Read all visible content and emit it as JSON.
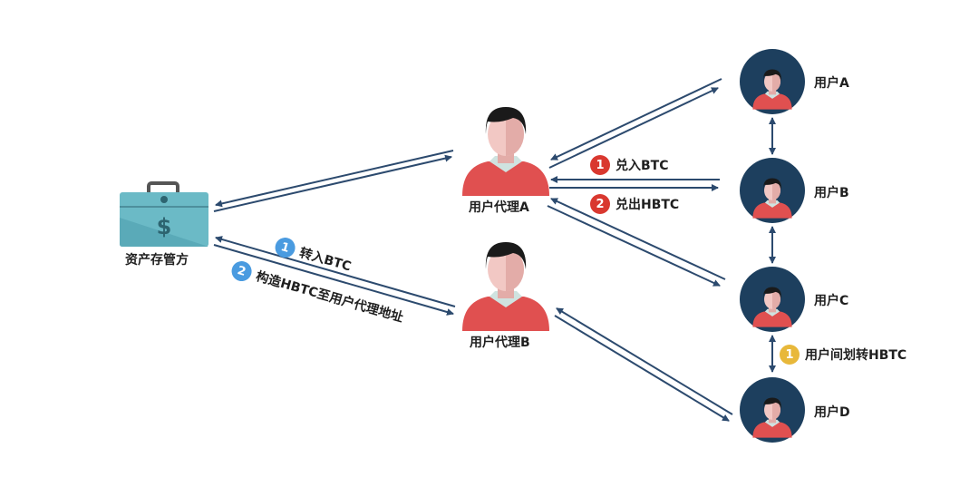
{
  "colors": {
    "arrow": "#2c4a6e",
    "user_circle": "#1d3f5e",
    "shirt": "#e05050",
    "face_light": "#f2c8c4",
    "face_dark": "#e3aca8",
    "hair": "#1a1a1a",
    "collar": "#cfe3e0",
    "box": "#6bbac6",
    "box_dark": "#4d9fae",
    "badge_red": "#d9382f",
    "badge_blue": "#4a9be0",
    "badge_yellow": "#e8b83a"
  },
  "nodes": {
    "custodian": {
      "label": "资产存管方"
    },
    "agent_a": {
      "label": "用户代理A"
    },
    "agent_b": {
      "label": "用户代理B"
    },
    "user_a": {
      "label": "用户A"
    },
    "user_b": {
      "label": "用户B"
    },
    "user_c": {
      "label": "用户C"
    },
    "user_d": {
      "label": "用户D"
    }
  },
  "steps": {
    "agent_deposit": {
      "num": "1",
      "text": "兑入BTC"
    },
    "agent_withdraw": {
      "num": "2",
      "text": "兑出HBTC"
    },
    "custody_in": {
      "num": "1",
      "text": "转入BTC"
    },
    "custody_mint": {
      "num": "2",
      "text": "构造HBTC至用户代理地址"
    },
    "user_transfer": {
      "num": "1",
      "text": "用户间划转HBTC"
    }
  }
}
